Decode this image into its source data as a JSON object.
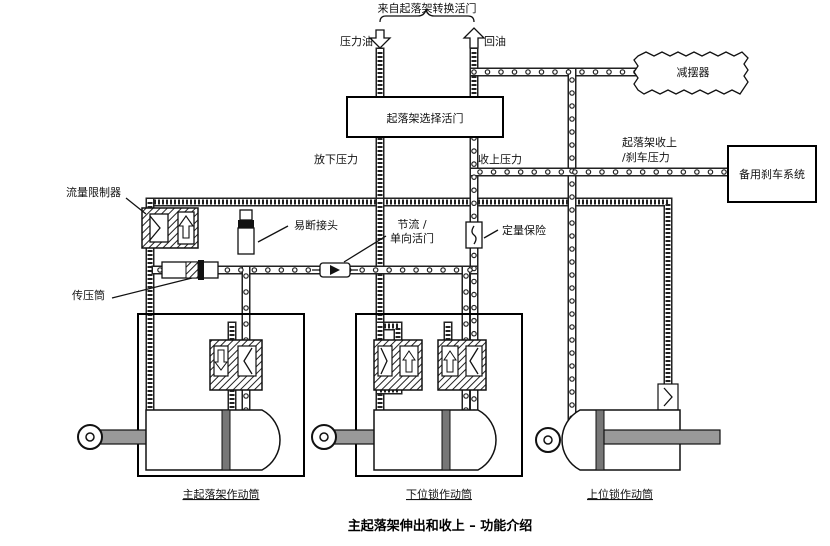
{
  "labels": {
    "source_valve": "来自起落架转换活门",
    "pressure_oil": "压力油",
    "return_oil": "回油",
    "damper": "减摆器",
    "selector_valve": "起落架选择活门",
    "extend_pressure": "放下压力",
    "retract_pressure": "收上压力",
    "retract_brake_line1": "起落架收上",
    "retract_brake_line2": "/刹车压力",
    "standby_brake": "备用刹车系统",
    "flow_limiter": "流量限制器",
    "frangible_fitting": "易断接头",
    "throttle_check_line1": "节流 /",
    "throttle_check_line2": "单向活门",
    "fuse": "定量保险",
    "transfer_cylinder": "传压筒",
    "main_actuator": "主起落架作动筒",
    "downlock_actuator": "下位锁作动筒",
    "uplock_actuator": "上位锁作动筒",
    "title": "主起落架伸出和收上 – 功能介绍"
  }
}
